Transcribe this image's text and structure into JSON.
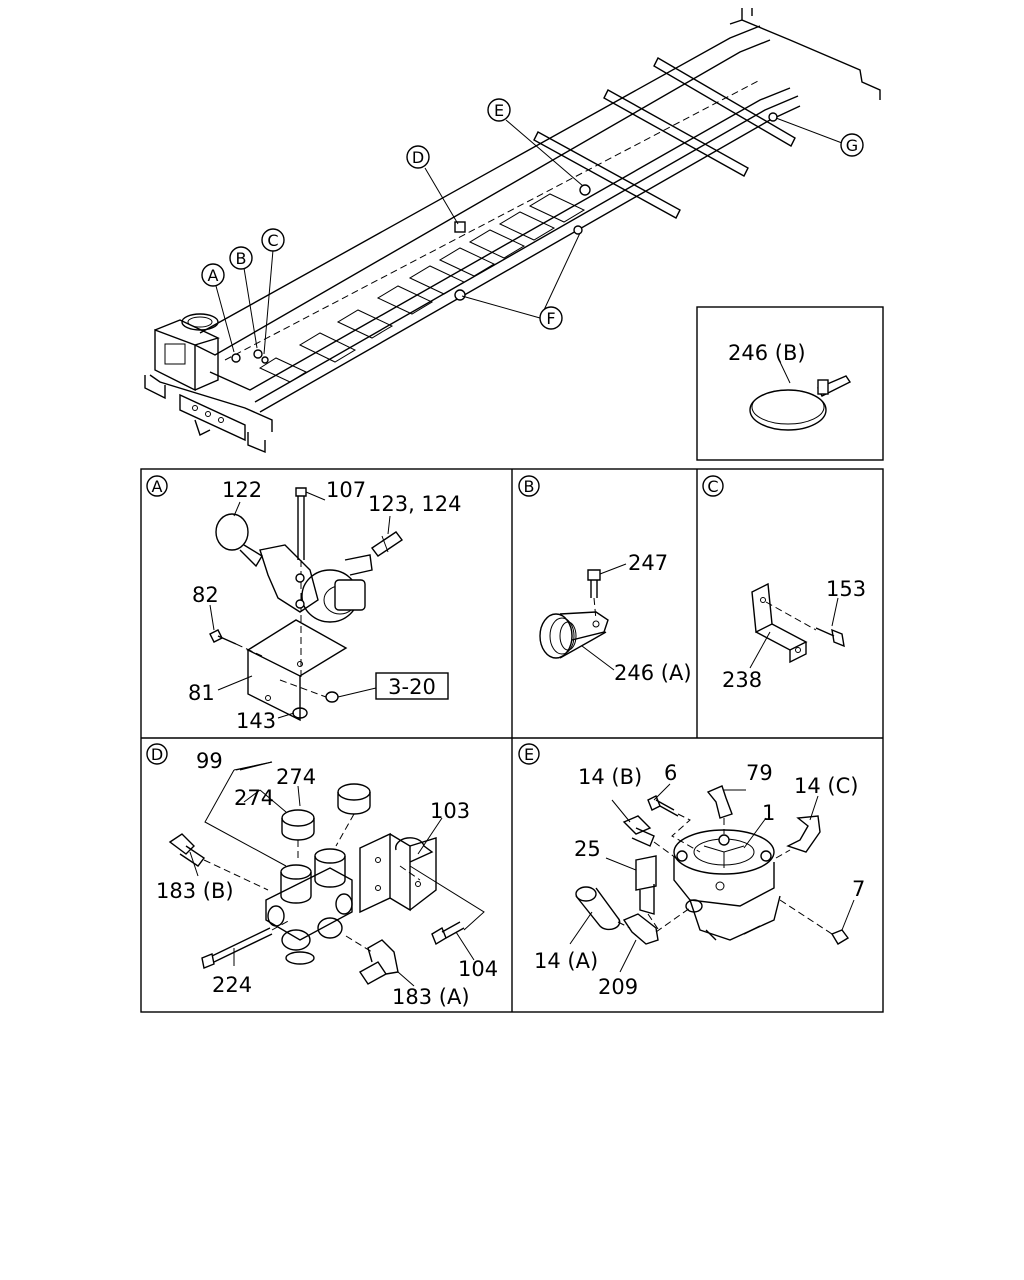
{
  "overview": {
    "callouts": [
      "A",
      "B",
      "C",
      "D",
      "E",
      "F",
      "G"
    ]
  },
  "inset": {
    "label": "246 (B)"
  },
  "panels": {
    "A": {
      "letter": "A",
      "labels": [
        "122",
        "107",
        "123, 124",
        "82",
        "81",
        "143"
      ],
      "ref_box": "3-20"
    },
    "B": {
      "letter": "B",
      "labels": [
        "247",
        "246 (A)"
      ]
    },
    "C": {
      "letter": "C",
      "labels": [
        "153",
        "238"
      ]
    },
    "D": {
      "letter": "D",
      "labels": [
        "99",
        "274",
        "274",
        "103",
        "183 (B)",
        "224",
        "104",
        "183 (A)"
      ]
    },
    "E": {
      "letter": "E",
      "labels": [
        "14 (B)",
        "6",
        "79",
        "14 (C)",
        "1",
        "25",
        "7",
        "14 (A)",
        "209"
      ]
    }
  }
}
